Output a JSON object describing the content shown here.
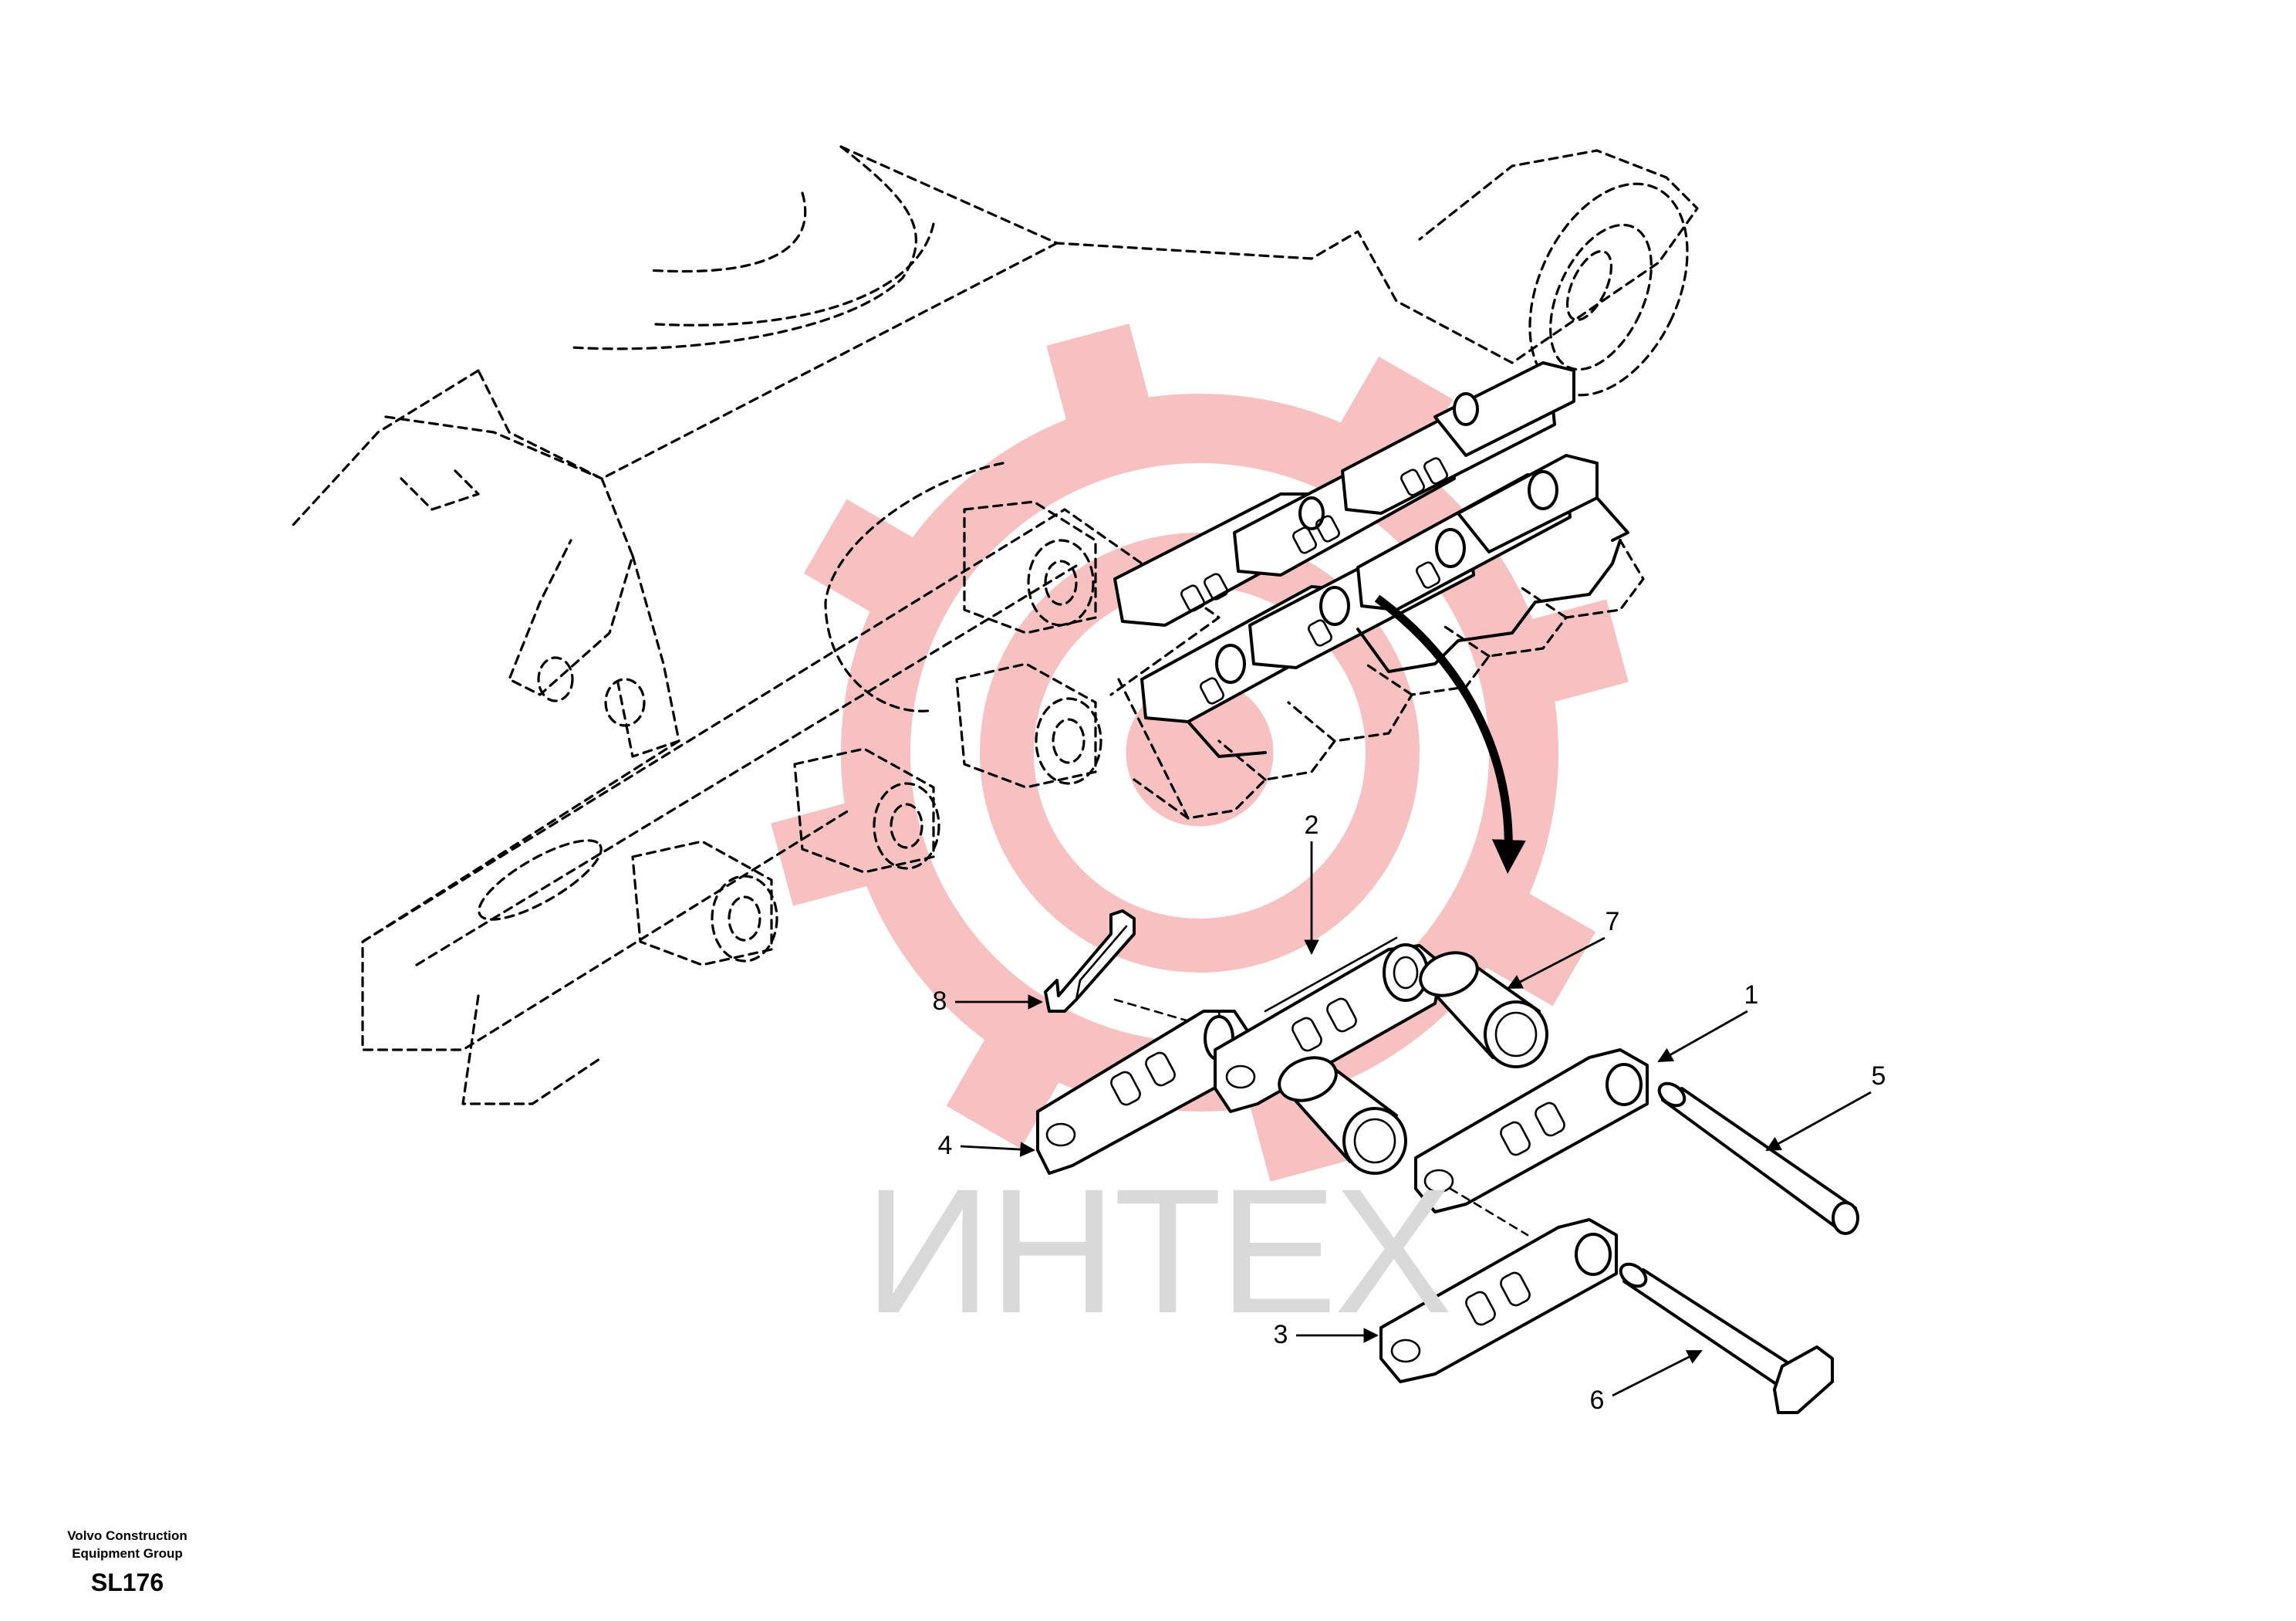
{
  "watermark": {
    "text": "ИНТЕХ",
    "text_color": "#d9d9d9",
    "gear_color": "#f7c1c1",
    "gear_icon": "gear-icon"
  },
  "callouts": [
    {
      "id": "1",
      "label": "1"
    },
    {
      "id": "2",
      "label": "2"
    },
    {
      "id": "3",
      "label": "3"
    },
    {
      "id": "4",
      "label": "4"
    },
    {
      "id": "5",
      "label": "5"
    },
    {
      "id": "6",
      "label": "6"
    },
    {
      "id": "7",
      "label": "7"
    },
    {
      "id": "8",
      "label": "8"
    }
  ],
  "footer": {
    "company_line1": "Volvo Construction",
    "company_line2": "Equipment Group",
    "drawing_code": "SL176"
  }
}
